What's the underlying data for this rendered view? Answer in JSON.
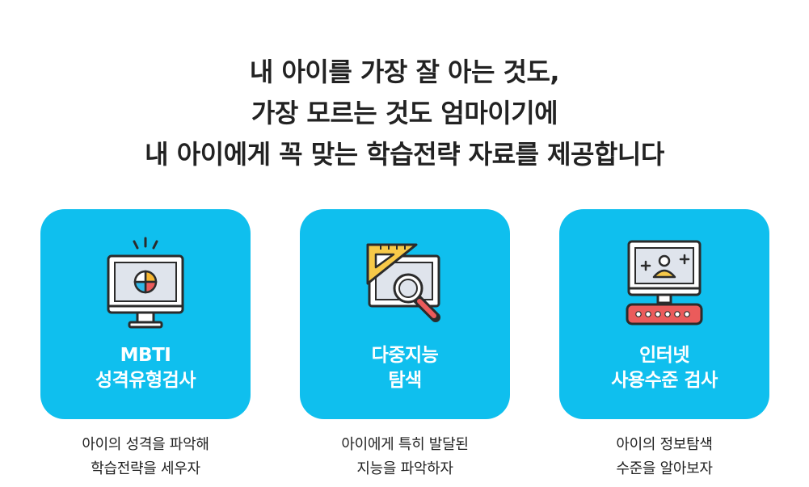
{
  "headline": {
    "line1": "내 아이를 가장 잘 아는 것도,",
    "line2": "가장 모르는 것도 엄마이기에",
    "line3": "내 아이에게 꼭 맞는 학습전략 자료를 제공합니다"
  },
  "cards": [
    {
      "title_line1": "MBTI",
      "title_line2": "성격유형검사",
      "desc_line1": "아이의 성격을 파악해",
      "desc_line2": "학습전략을 세우자",
      "icon": "monitor-personality-chart-icon"
    },
    {
      "title_line1": "다중지능",
      "title_line2": "탐색",
      "desc_line1": "아이에게 특히 발달된",
      "desc_line2": "지능을 파악하자",
      "icon": "ruler-magnifier-icon"
    },
    {
      "title_line1": "인터넷",
      "title_line2": "사용수준 검사",
      "desc_line1": "아이의  정보탐색",
      "desc_line2": "수준을 알아보자",
      "icon": "monitor-keyboard-user-icon"
    }
  ],
  "colors": {
    "card": "#0fbfee",
    "headline": "#222222",
    "card_text": "#ffffff"
  }
}
